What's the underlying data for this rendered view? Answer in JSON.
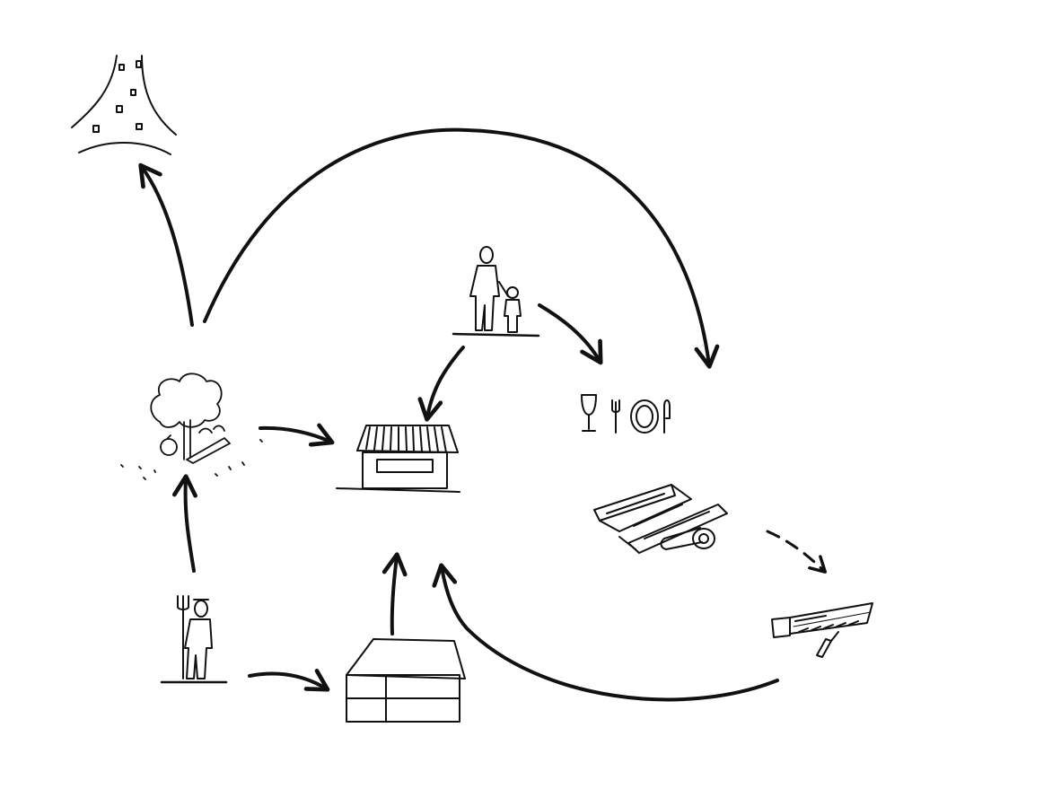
{
  "diagram": {
    "type": "hand-drawn flow diagram",
    "style": "black ink sketch on white, no text labels",
    "ink_color": "#111111",
    "background": "#ffffff",
    "nodes": [
      {
        "id": "city",
        "icon": "city-streets-icon"
      },
      {
        "id": "orchard",
        "icon": "orchard-tree-produce-icon"
      },
      {
        "id": "market-stall",
        "icon": "market-stall-icon"
      },
      {
        "id": "visitors",
        "icon": "adult-and-child-icon"
      },
      {
        "id": "dining",
        "icon": "wineglass-fork-plate-knife-icon"
      },
      {
        "id": "timber",
        "icon": "wood-planks-and-log-icon"
      },
      {
        "id": "tools",
        "icon": "saw-and-screwdriver-icon"
      },
      {
        "id": "farmer",
        "icon": "farmer-with-pitchfork-icon"
      },
      {
        "id": "barn",
        "icon": "barn-building-icon"
      }
    ],
    "edges": [
      {
        "from": "orchard",
        "to": "city",
        "style": "solid"
      },
      {
        "from": "orchard",
        "to": "dining",
        "style": "solid"
      },
      {
        "from": "orchard",
        "to": "market-stall",
        "style": "solid"
      },
      {
        "from": "visitors",
        "to": "market-stall",
        "style": "solid"
      },
      {
        "from": "visitors",
        "to": "dining",
        "style": "solid"
      },
      {
        "from": "timber",
        "to": "tools",
        "style": "dashed"
      },
      {
        "from": "tools",
        "to": "market-stall",
        "style": "solid"
      },
      {
        "from": "farmer",
        "to": "orchard",
        "style": "solid"
      },
      {
        "from": "farmer",
        "to": "barn",
        "style": "solid"
      },
      {
        "from": "barn",
        "to": "market-stall",
        "style": "solid"
      }
    ]
  }
}
